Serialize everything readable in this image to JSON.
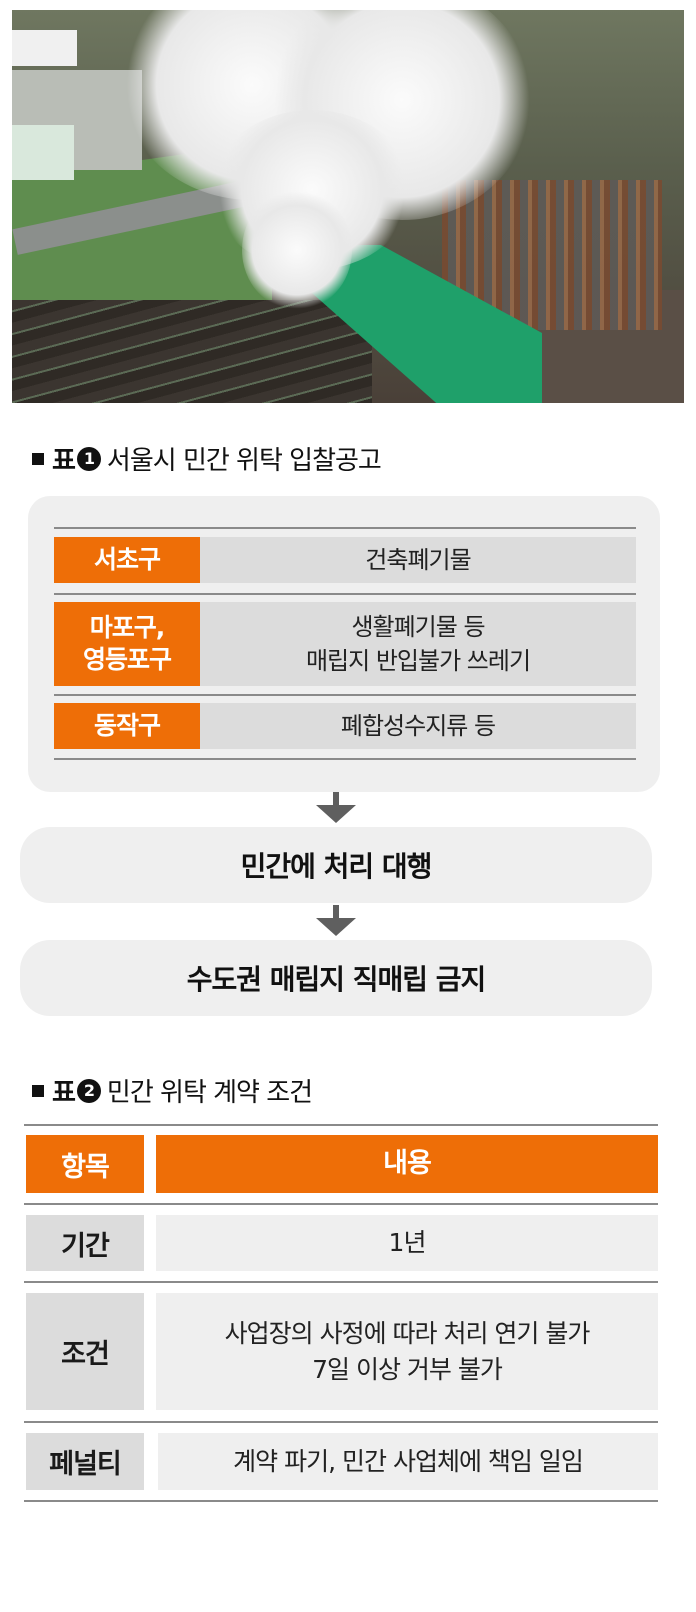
{
  "photo": {
    "alt": "Aerial view of waste processing plant with green building and smoke"
  },
  "table1": {
    "title_marker": "■",
    "title_prefix": "표",
    "title_number": "1",
    "title": "서울시 민간 위탁 입찰공고",
    "rows": [
      {
        "district_lines": [
          "서초구"
        ],
        "content_lines": [
          "건축폐기물"
        ]
      },
      {
        "district_lines": [
          "마포구,",
          "영등포구"
        ],
        "content_lines": [
          "생활폐기물 등",
          "매립지 반입불가 쓰레기"
        ]
      },
      {
        "district_lines": [
          "동작구"
        ],
        "content_lines": [
          "폐합성수지류 등"
        ]
      }
    ]
  },
  "flow": {
    "steps": [
      "민간에 처리 대행",
      "수도권 매립지 직매립 금지"
    ]
  },
  "table2": {
    "title_marker": "■",
    "title_prefix": "표",
    "title_number": "2",
    "title": "민간 위탁 계약 조건",
    "header": {
      "item": "항목",
      "content": "내용"
    },
    "rows": [
      {
        "item": "기간",
        "content_lines": [
          "1년"
        ]
      },
      {
        "item": "조건",
        "content_lines": [
          "사업장의 사정에 따라 처리 연기 불가",
          "7일 이상 거부 불가"
        ]
      },
      {
        "item": "페널티",
        "content_lines": [
          "계약 파기, 민간 사업체에 책임 일임"
        ]
      }
    ]
  },
  "colors": {
    "accent_orange": "#ee6e07",
    "panel_grey": "#efefef",
    "cell_grey": "#dcdcdc",
    "arrow_grey": "#5f5f5f"
  }
}
